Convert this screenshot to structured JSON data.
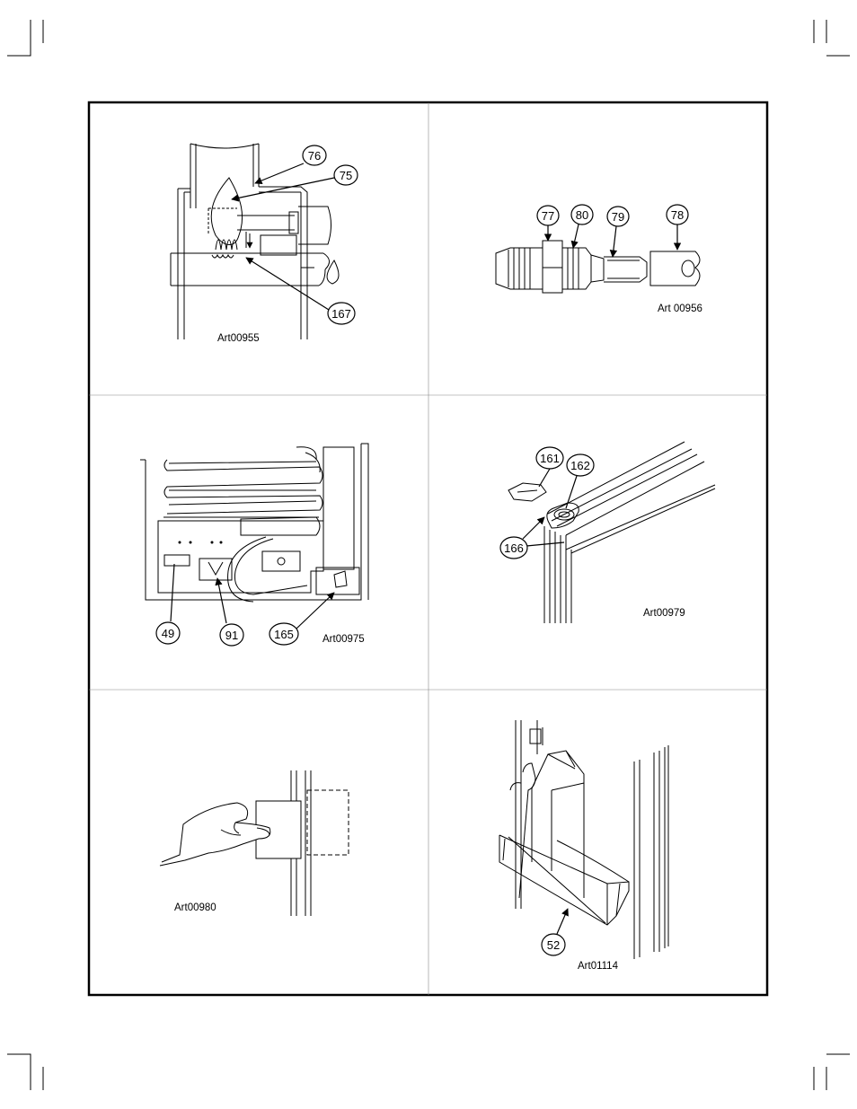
{
  "panels": [
    {
      "id": "gas-burner",
      "art": "Art00955",
      "callouts": [
        "76",
        "75",
        "167"
      ]
    },
    {
      "id": "fitting",
      "art": "Art 00956",
      "callouts": [
        "77",
        "80",
        "79",
        "78"
      ]
    },
    {
      "id": "cooling-unit",
      "art": "Art00975",
      "callouts": [
        "49",
        "91",
        "165"
      ]
    },
    {
      "id": "door-hinge",
      "art": "Art00979",
      "callouts": [
        "161",
        "162",
        "166"
      ]
    },
    {
      "id": "door-panel",
      "art": "Art00980",
      "callouts": []
    },
    {
      "id": "door-shelf",
      "art": "Art01114",
      "callouts": [
        "52"
      ]
    }
  ]
}
